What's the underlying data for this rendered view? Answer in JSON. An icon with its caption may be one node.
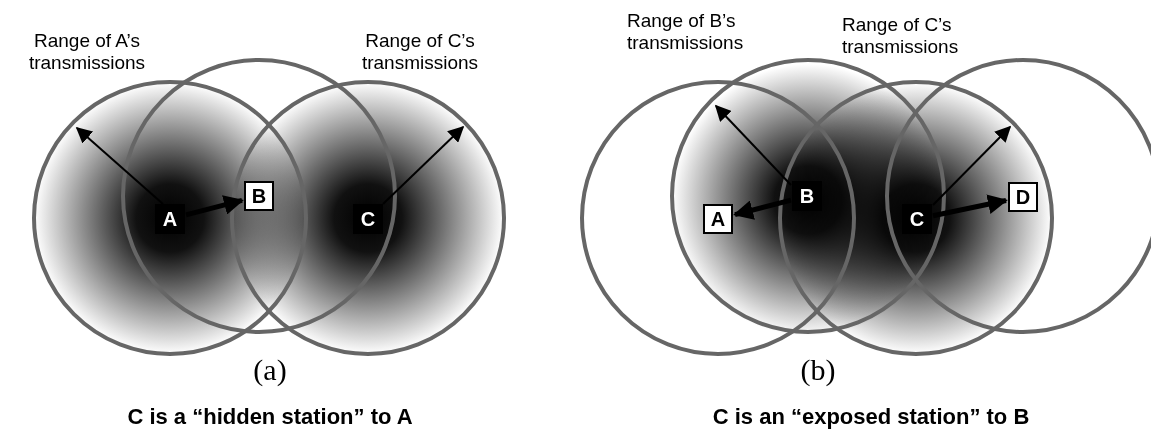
{
  "diagram": {
    "nodes": [
      {
        "text": [
          "A"
        ]
      },
      {
        "text": [
          "B"
        ]
      },
      {
        "text": [
          "C"
        ]
      },
      {
        "text": [
          "A"
        ]
      },
      {
        "text": [
          "B"
        ]
      },
      {
        "text": [
          "C"
        ]
      },
      {
        "text": [
          "D"
        ]
      }
    ],
    "edges": [
      {
        "from": 0,
        "to": 1,
        "arrow": "to"
      },
      {
        "from": 4,
        "to": 3,
        "arrow": "to"
      },
      {
        "from": 5,
        "to": 6,
        "arrow": "to"
      }
    ],
    "labels": [
      "Range of A’s transmissions",
      "Range of C’s transmissions",
      "(a)",
      "C is a “hidden station” to A",
      "Range of B’s transmissions",
      "Range of C’s transmissions",
      "(b)",
      "C is an “exposed station” to B"
    ]
  }
}
